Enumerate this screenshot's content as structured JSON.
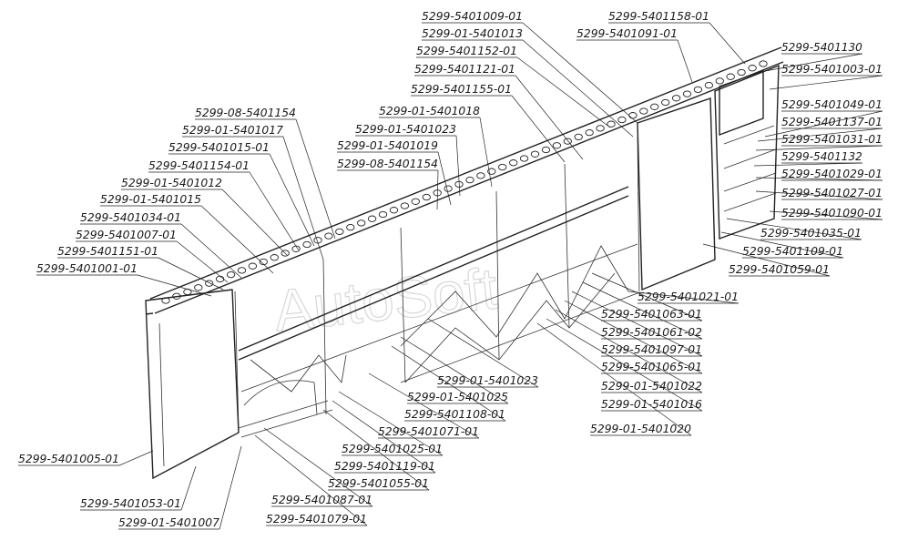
{
  "watermark": "AutoSoft",
  "labels": [
    "5299-5401009-01",
    "5299-01-5401013",
    "5299-5401152-01",
    "5299-5401121-01",
    "5299-5401155-01",
    "5299-01-5401018",
    "5299-01-5401023",
    "5299-01-5401019",
    "5299-08-5401154",
    "5299-08-5401154",
    "5299-01-5401017",
    "5299-5401015-01",
    "5299-5401154-01",
    "5299-01-5401012",
    "5299-01-5401015",
    "5299-5401034-01",
    "5299-5401007-01",
    "5299-5401151-01",
    "5299-5401001-01",
    "5299-5401158-01",
    "5299-5401091-01",
    "5299-5401130",
    "5299-5401003-01",
    "5299-5401049-01",
    "5299-5401137-01",
    "5299-5401031-01",
    "5299-5401132",
    "5299-5401029-01",
    "5299-5401027-01",
    "5299-5401090-01",
    "5299-5401035-01",
    "5299-5401109-01",
    "5299-5401059-01",
    "5299-5401021-01",
    "5299-5401063-01",
    "5299-5401061-02",
    "5299-5401097-01",
    "5299-5401065-01",
    "5299-01-5401022",
    "5299-01-5401016",
    "5299-01-5401020",
    "5299-01-5401023",
    "5299-01-5401025",
    "5299-5401108-01",
    "5299-5401071-01",
    "5299-5401025-01",
    "5299-5401119-01",
    "5299-5401055-01",
    "5299-5401087-01",
    "5299-5401079-01",
    "5299-01-5401007",
    "5299-5401053-01",
    "5299-5401005-01"
  ]
}
